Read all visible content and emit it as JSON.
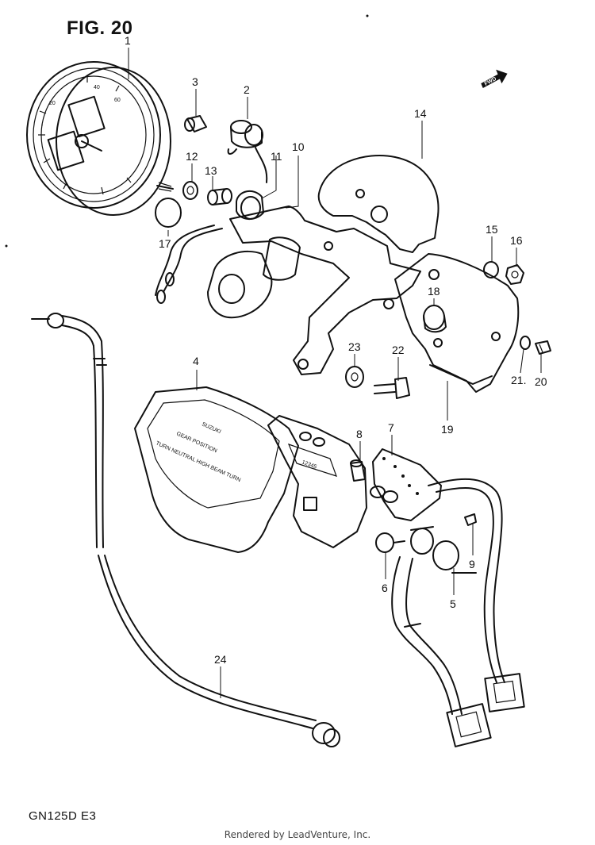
{
  "figure": {
    "title": "FIG. 20",
    "model_code": "GN125D  E3",
    "credit": "Rendered by LeadVenture, Inc.",
    "fwd_label": "FWD"
  },
  "callouts": [
    {
      "id": "1",
      "text": "1"
    },
    {
      "id": "2",
      "text": "2"
    },
    {
      "id": "3",
      "text": "3"
    },
    {
      "id": "4",
      "text": "4"
    },
    {
      "id": "5",
      "text": "5"
    },
    {
      "id": "6",
      "text": "6"
    },
    {
      "id": "7",
      "text": "7"
    },
    {
      "id": "8",
      "text": "8"
    },
    {
      "id": "9",
      "text": "9"
    },
    {
      "id": "10",
      "text": "10"
    },
    {
      "id": "11",
      "text": "11"
    },
    {
      "id": "12",
      "text": "12"
    },
    {
      "id": "13",
      "text": "13"
    },
    {
      "id": "14",
      "text": "14"
    },
    {
      "id": "15",
      "text": "15"
    },
    {
      "id": "16",
      "text": "16"
    },
    {
      "id": "17",
      "text": "17"
    },
    {
      "id": "18",
      "text": "18"
    },
    {
      "id": "19",
      "text": "19"
    },
    {
      "id": "20",
      "text": "20"
    },
    {
      "id": "21",
      "text": "21."
    },
    {
      "id": "22",
      "text": "22"
    },
    {
      "id": "23",
      "text": "23"
    },
    {
      "id": "24",
      "text": "24"
    }
  ],
  "indicator_panel": {
    "brand": "SUZUKI",
    "line1": "GEAR POSITION",
    "line2": "TURN  NEUTRAL  HIGH BEAM  TURN"
  },
  "gear_readout": "12345"
}
